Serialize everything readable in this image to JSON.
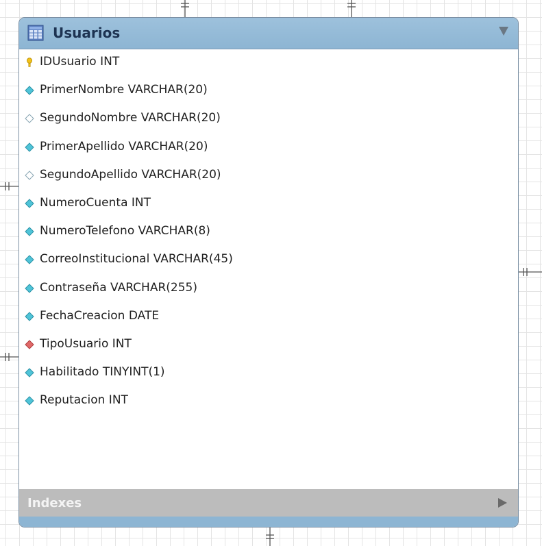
{
  "table": {
    "title": "Usuarios",
    "columns": [
      {
        "text": "IDUsuario INT",
        "icon": "primary-key-icon",
        "icon_color": "#f2c21a"
      },
      {
        "text": "PrimerNombre VARCHAR(20)",
        "icon": "not-null-column-icon",
        "icon_color": "#4fc4d8"
      },
      {
        "text": "SegundoNombre VARCHAR(20)",
        "icon": "nullable-column-icon",
        "icon_color": "#ffffff"
      },
      {
        "text": "PrimerApellido VARCHAR(20)",
        "icon": "not-null-column-icon",
        "icon_color": "#4fc4d8"
      },
      {
        "text": "SegundoApellido VARCHAR(20)",
        "icon": "nullable-column-icon",
        "icon_color": "#ffffff"
      },
      {
        "text": "NumeroCuenta INT",
        "icon": "not-null-column-icon",
        "icon_color": "#4fc4d8"
      },
      {
        "text": "NumeroTelefono VARCHAR(8)",
        "icon": "not-null-column-icon",
        "icon_color": "#4fc4d8"
      },
      {
        "text": "CorreoInstitucional VARCHAR(45)",
        "icon": "not-null-column-icon",
        "icon_color": "#4fc4d8"
      },
      {
        "text": "Contraseña VARCHAR(255)",
        "icon": "not-null-column-icon",
        "icon_color": "#4fc4d8"
      },
      {
        "text": "FechaCreacion DATE",
        "icon": "not-null-column-icon",
        "icon_color": "#4fc4d8"
      },
      {
        "text": "TipoUsuario INT",
        "icon": "foreign-key-icon",
        "icon_color": "#e06868"
      },
      {
        "text": "Habilitado TINYINT(1)",
        "icon": "not-null-column-icon",
        "icon_color": "#4fc4d8"
      },
      {
        "text": "Reputacion INT",
        "icon": "not-null-column-icon",
        "icon_color": "#4fc4d8"
      }
    ],
    "indexes_label": "Indexes"
  },
  "colors": {
    "header": "#8db5d3",
    "title": "#1d3352",
    "indexes_bar": "#bcbcbc",
    "grid": "#e4e4e4"
  }
}
